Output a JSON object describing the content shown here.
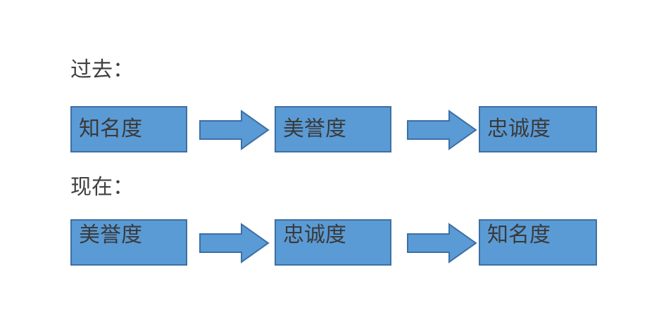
{
  "slide": {
    "background_color": "#ffffff",
    "shape_fill": "#5b9bd5",
    "shape_border": "#3d6fa5",
    "label_text_color": "#404040",
    "node_text_color": "#3a3a3a"
  },
  "rows": [
    {
      "label": "过去：",
      "nodes": [
        "知名度",
        "美誉度",
        "忠诚度"
      ],
      "connectors": [
        "arrow-right-icon",
        "arrow-right-icon"
      ]
    },
    {
      "label": "现在：",
      "nodes": [
        "美誉度",
        "忠诚度",
        "知名度"
      ],
      "connectors": [
        "arrow-right-icon",
        "arrow-right-icon"
      ]
    }
  ]
}
